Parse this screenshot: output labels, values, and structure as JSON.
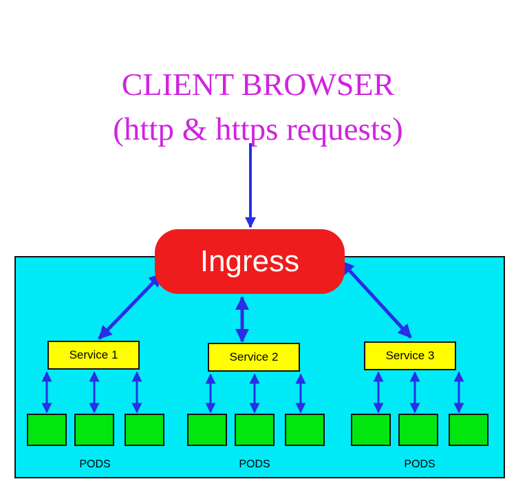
{
  "client": {
    "line1": "CLIENT BROWSER",
    "line2": "(http & https requests)"
  },
  "ingress": {
    "label": "Ingress"
  },
  "services": [
    {
      "label": "Service 1",
      "pods_label": "PODS"
    },
    {
      "label": "Service 2",
      "pods_label": "PODS"
    },
    {
      "label": "Service 3",
      "pods_label": "PODS"
    }
  ],
  "colors": {
    "title": "#d023e0",
    "cluster_bg": "#00eaf7",
    "ingress": "#ee1c1c",
    "service": "#ffff00",
    "pod": "#00e60e",
    "arrow": "#2a2ee6"
  }
}
